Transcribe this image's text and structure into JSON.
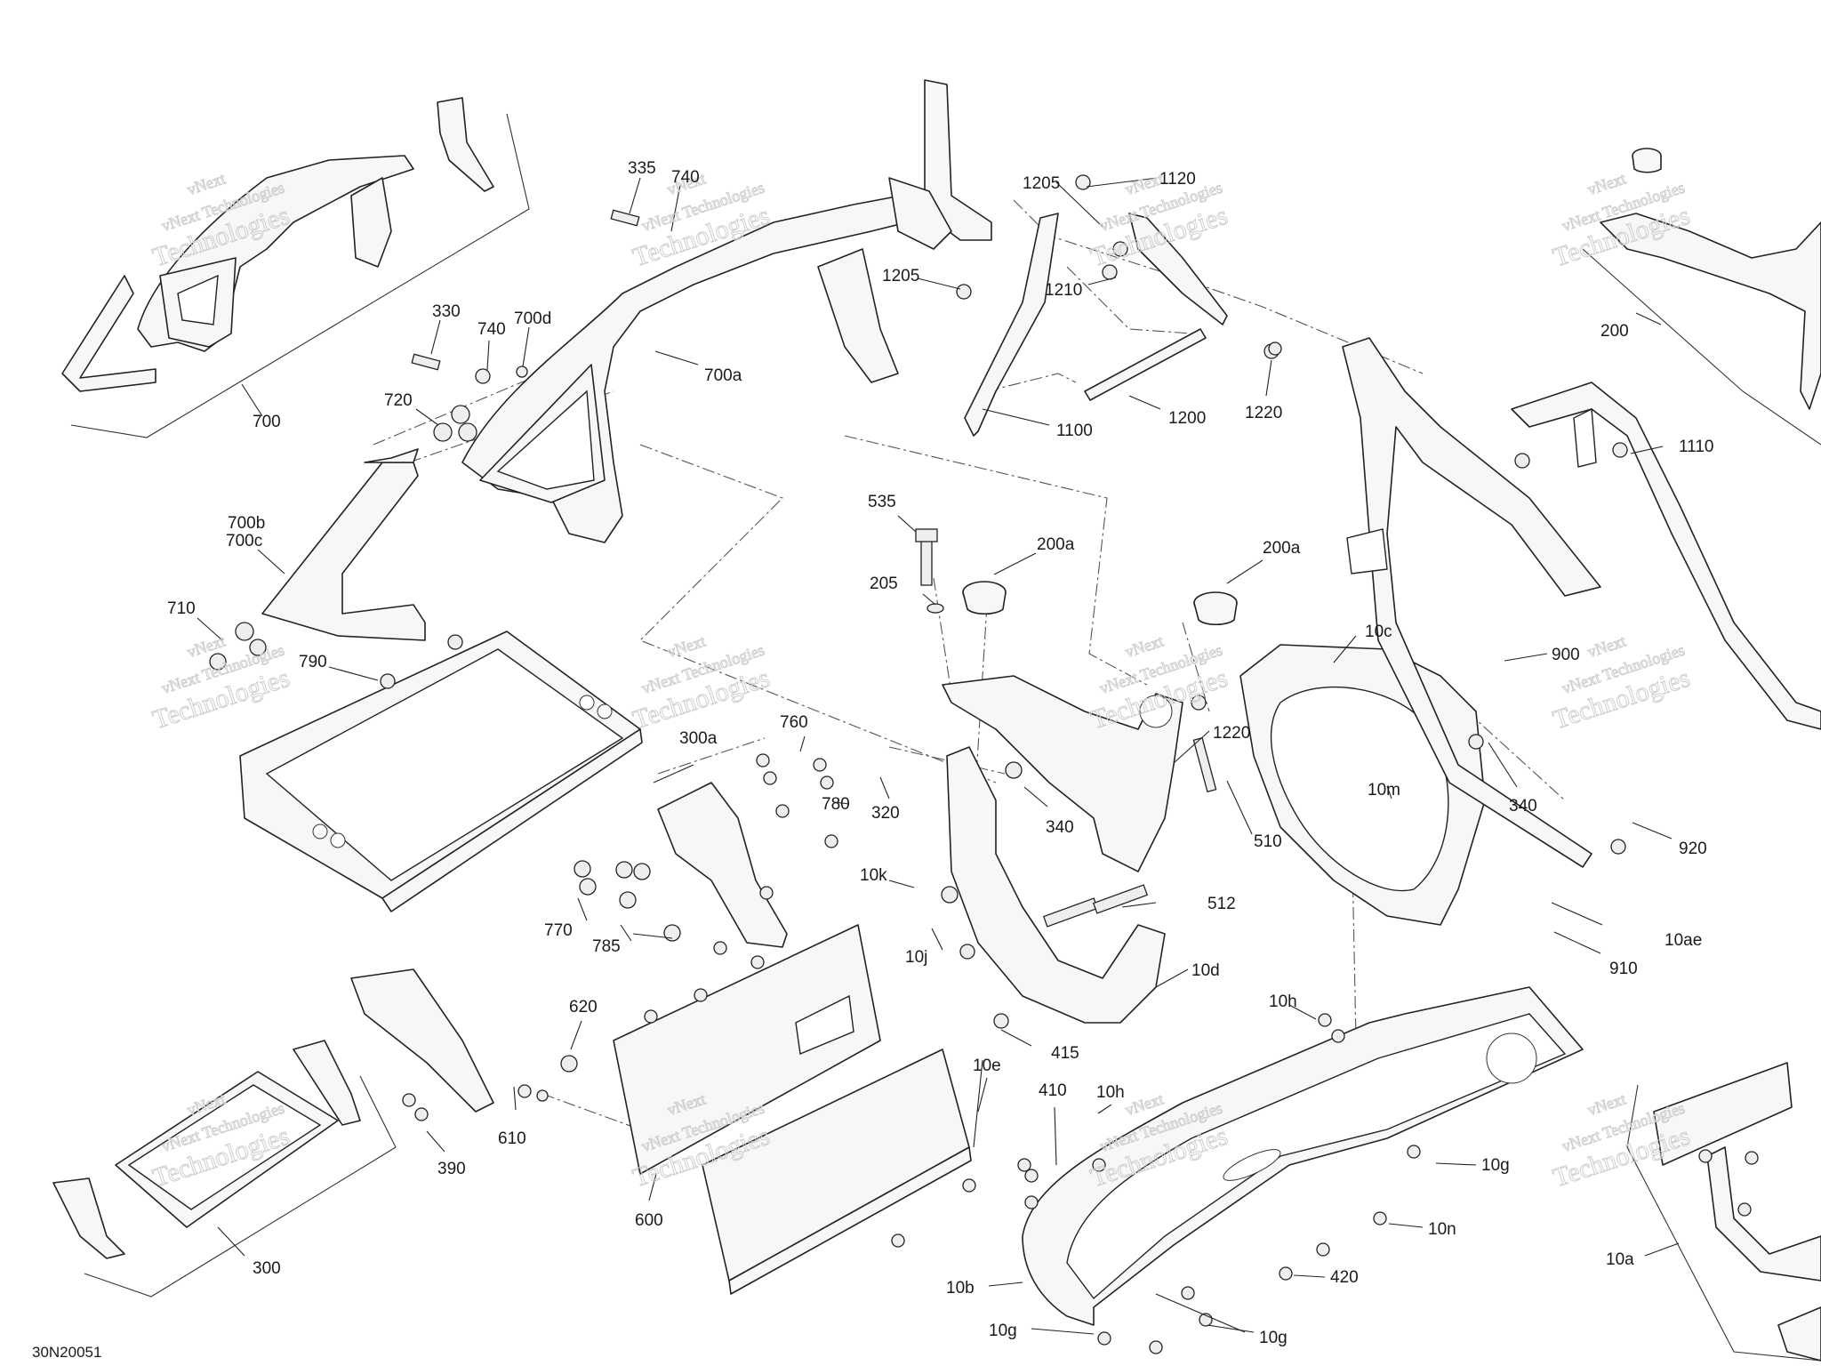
{
  "document_number": "30N20051",
  "watermark": {
    "line1": "vNext Technologies",
    "line2": "Technologies",
    "line0": "vNext"
  },
  "callouts": [
    {
      "id": "c700",
      "label": "700"
    },
    {
      "id": "c330",
      "label": "330"
    },
    {
      "id": "c740a",
      "label": "740"
    },
    {
      "id": "c700d",
      "label": "700d"
    },
    {
      "id": "c720",
      "label": "720"
    },
    {
      "id": "c700a",
      "label": "700a"
    },
    {
      "id": "c335",
      "label": "335"
    },
    {
      "id": "c740b",
      "label": "740"
    },
    {
      "id": "c700b",
      "label": "700b"
    },
    {
      "id": "c700c",
      "label": "700c"
    },
    {
      "id": "c710",
      "label": "710"
    },
    {
      "id": "c790",
      "label": "790"
    },
    {
      "id": "c1205a",
      "label": "1205"
    },
    {
      "id": "c1120",
      "label": "1120"
    },
    {
      "id": "c1205b",
      "label": "1205"
    },
    {
      "id": "c1210",
      "label": "1210"
    },
    {
      "id": "c1200",
      "label": "1200"
    },
    {
      "id": "c1220a",
      "label": "1220"
    },
    {
      "id": "c1100",
      "label": "1100"
    },
    {
      "id": "c200",
      "label": "200"
    },
    {
      "id": "c1110",
      "label": "1110"
    },
    {
      "id": "c535",
      "label": "535"
    },
    {
      "id": "c205",
      "label": "205"
    },
    {
      "id": "c200a1",
      "label": "200a"
    },
    {
      "id": "c200a2",
      "label": "200a"
    },
    {
      "id": "c10c",
      "label": "10c"
    },
    {
      "id": "c900",
      "label": "900"
    },
    {
      "id": "c300a",
      "label": "300a"
    },
    {
      "id": "c760",
      "label": "760"
    },
    {
      "id": "c780",
      "label": "780"
    },
    {
      "id": "c320",
      "label": "320"
    },
    {
      "id": "c340a",
      "label": "340"
    },
    {
      "id": "c1220b",
      "label": "1220"
    },
    {
      "id": "c510",
      "label": "510"
    },
    {
      "id": "c10m",
      "label": "10m"
    },
    {
      "id": "c340b",
      "label": "340"
    },
    {
      "id": "c920",
      "label": "920"
    },
    {
      "id": "c770",
      "label": "770"
    },
    {
      "id": "c785",
      "label": "785"
    },
    {
      "id": "c10k",
      "label": "10k"
    },
    {
      "id": "c10j",
      "label": "10j"
    },
    {
      "id": "c512",
      "label": "512"
    },
    {
      "id": "c10ae",
      "label": "10ae"
    },
    {
      "id": "c910",
      "label": "910"
    },
    {
      "id": "c10d",
      "label": "10d"
    },
    {
      "id": "c620",
      "label": "620"
    },
    {
      "id": "c10h1",
      "label": "10h"
    },
    {
      "id": "c415",
      "label": "415"
    },
    {
      "id": "c10e",
      "label": "10e"
    },
    {
      "id": "c390",
      "label": "390"
    },
    {
      "id": "c610",
      "label": "610"
    },
    {
      "id": "c410",
      "label": "410"
    },
    {
      "id": "c10h2",
      "label": "10h"
    },
    {
      "id": "c10g1",
      "label": "10g"
    },
    {
      "id": "c10n",
      "label": "10n"
    },
    {
      "id": "c600",
      "label": "600"
    },
    {
      "id": "c300",
      "label": "300"
    },
    {
      "id": "c10a",
      "label": "10a"
    },
    {
      "id": "c420",
      "label": "420"
    },
    {
      "id": "c10b",
      "label": "10b"
    },
    {
      "id": "c10g2",
      "label": "10g"
    },
    {
      "id": "c10g3",
      "label": "10g"
    }
  ]
}
